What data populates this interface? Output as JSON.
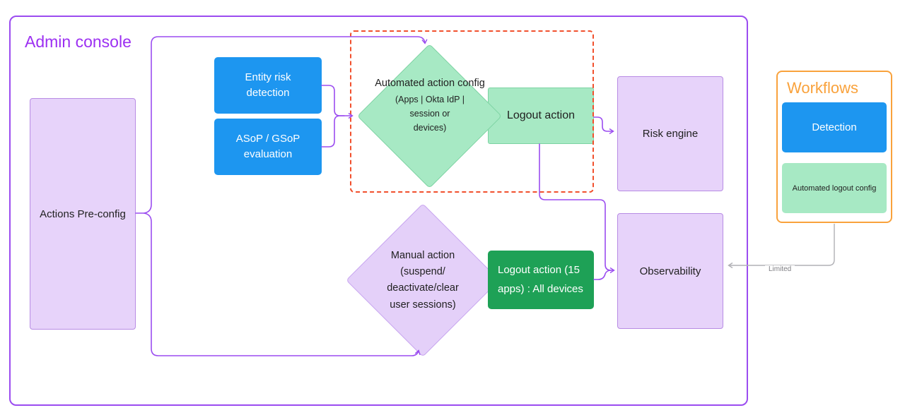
{
  "admin_console": {
    "title": "Admin console"
  },
  "workflows": {
    "title": "Workflows",
    "detection_label": "Detection",
    "automated_logout_label": "Automated logout config"
  },
  "nodes": {
    "actions_pre_config": {
      "label": "Actions Pre-config"
    },
    "entity_risk_detection": {
      "label": "Entity risk detection"
    },
    "asop_gsop_evaluation": {
      "label": "ASoP / GSoP evaluation"
    },
    "automated_action_config": {
      "title": "Automated action config",
      "subtitle_lines": [
        "(Apps | Okta IdP |",
        "session or",
        "devices)"
      ]
    },
    "logout_action": {
      "label": "Logout action"
    },
    "risk_engine": {
      "label": "Risk engine"
    },
    "manual_action": {
      "lines": [
        "Manual action",
        "(suspend/",
        "deactivate/clear",
        "user sessions)"
      ]
    },
    "logout_action_15_apps": {
      "label": "Logout action (15 apps) : All devices"
    },
    "observability": {
      "label": "Observability"
    }
  },
  "edges": {
    "limited_label": "Limited"
  },
  "colors": {
    "purple_stroke": "#9b4cf0",
    "purple_title": "#9c2ff2",
    "light_purple_fill": "#e7d3fa",
    "light_purple_border": "#b88ce4",
    "diamond_purple_fill": "#e4d0f9",
    "diamond_purple_border": "#c7a3ef",
    "blue_fill": "#1d96f0",
    "light_green_fill": "#a7e9c4",
    "light_green_border": "#7cd3a2",
    "dark_green_fill": "#1ea156",
    "dashed_border": "#f1502d",
    "orange": "#f9a23c",
    "gray_stroke": "#b0b0b5"
  }
}
